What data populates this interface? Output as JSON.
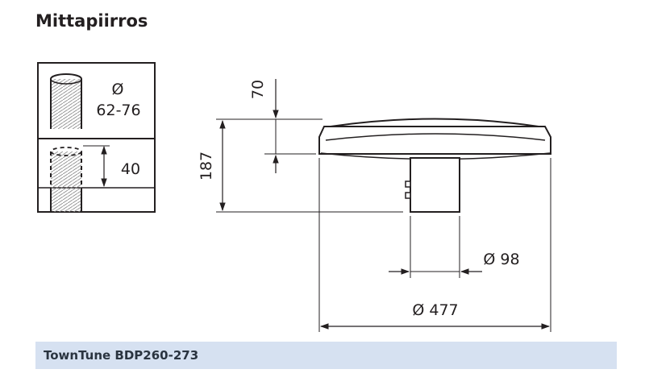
{
  "title": "Mittapiirros",
  "product": "TownTune BDP260-273",
  "pole_inset": {
    "diameter_symbol": "Ø",
    "diameter_range": "62-76",
    "insertion_depth": "40"
  },
  "dimensions": {
    "top_height": "70",
    "total_height": "187",
    "spigot_diameter": "Ø 98",
    "head_diameter": "Ø 477"
  }
}
